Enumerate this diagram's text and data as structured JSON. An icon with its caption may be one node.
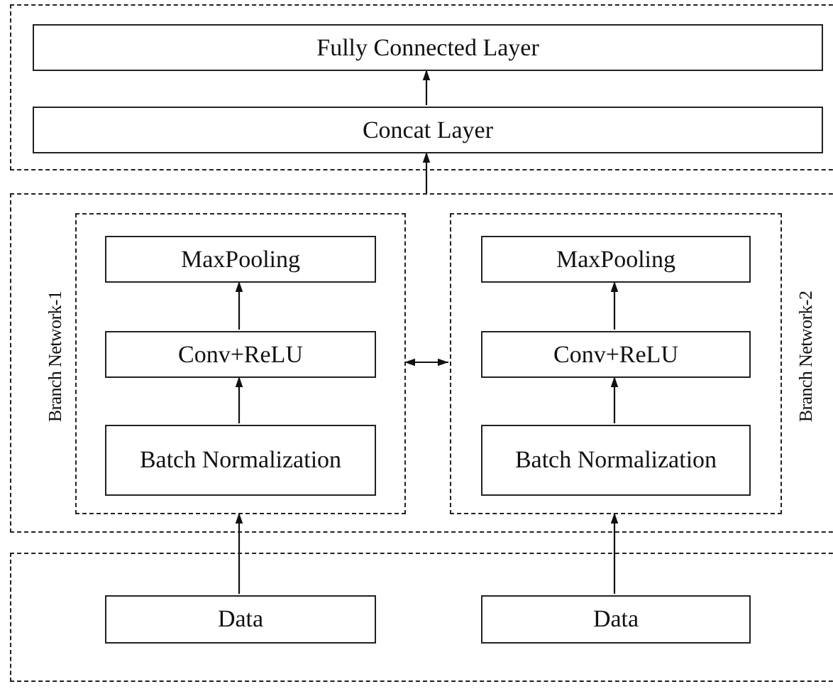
{
  "diagram": {
    "nodes": [
      {
        "text": [],
        "shape": "box"
      },
      {
        "text": [
          "Fully Connected Layer"
        ],
        "in": 0
      },
      {
        "text": [
          "Concat Layer"
        ],
        "in": 0
      },
      {
        "text": [],
        "shape": "box"
      },
      {
        "text": [
          "Branch Network-1"
        ],
        "in": 3
      },
      {
        "text": [
          "MaxPooling"
        ],
        "in": 4
      },
      {
        "text": [
          "Conv+ReLU"
        ],
        "in": 4
      },
      {
        "text": [
          "Batch Normalization"
        ],
        "in": 4
      },
      {
        "text": [
          "Branch Network-2"
        ],
        "in": 3
      },
      {
        "text": [
          "MaxPooling"
        ],
        "in": 8
      },
      {
        "text": [
          "Conv+ReLU"
        ],
        "in": 8
      },
      {
        "text": [
          "Batch Normalization"
        ],
        "in": 8
      },
      {
        "text": [],
        "shape": "box"
      },
      {
        "text": [
          "Data"
        ],
        "in": 12
      },
      {
        "text": [
          "Data"
        ],
        "in": 12
      }
    ],
    "edges": [
      {
        "from": 2,
        "to": 1,
        "arrow": "to"
      },
      {
        "from": 3,
        "to": 2,
        "arrow": "to"
      },
      {
        "from": 6,
        "to": 5,
        "arrow": "to"
      },
      {
        "from": 7,
        "to": 6,
        "arrow": "to"
      },
      {
        "from": 10,
        "to": 9,
        "arrow": "to"
      },
      {
        "from": 11,
        "to": 10,
        "arrow": "to"
      },
      {
        "from": 4,
        "to": 8,
        "arrow": "both"
      },
      {
        "from": 13,
        "to": 4,
        "arrow": "to"
      },
      {
        "from": 14,
        "to": 8,
        "arrow": "to"
      }
    ]
  }
}
